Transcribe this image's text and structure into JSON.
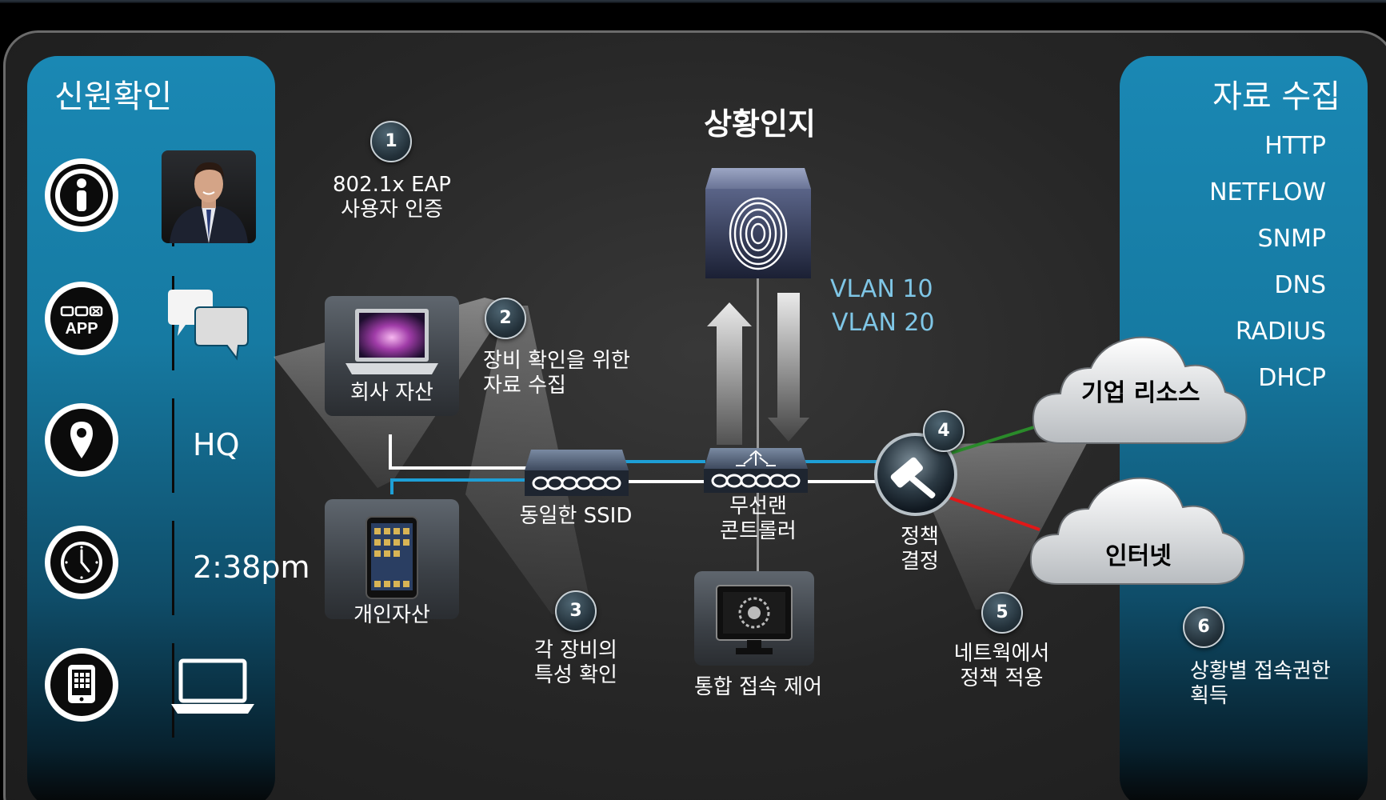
{
  "identity_panel": {
    "title": "신원확인",
    "rows": [
      {
        "icon": "info-icon",
        "value_type": "photo",
        "value": ""
      },
      {
        "icon": "app-icon",
        "icon_text": "APP",
        "value_type": "chat-bubbles-icon",
        "value": ""
      },
      {
        "icon": "location-pin-icon",
        "value_type": "text",
        "value": "HQ"
      },
      {
        "icon": "clock-icon",
        "value_type": "text",
        "value": "2:38pm"
      },
      {
        "icon": "tablet-icon",
        "value_type": "laptop-icon",
        "value": ""
      }
    ]
  },
  "data_panel": {
    "title": "자료 수집",
    "protocols": [
      "HTTP",
      "NETFLOW",
      "SNMP",
      "DNS",
      "RADIUS",
      "DHCP"
    ]
  },
  "context": {
    "title": "상황인지"
  },
  "steps": [
    {
      "number": "1",
      "label": "802.1x EAP\n사용자 인증"
    },
    {
      "number": "2",
      "label": "장비 확인을 위한\n자료 수집"
    },
    {
      "number": "3",
      "label": "각 장비의\n특성 확인"
    },
    {
      "number": "4",
      "label": ""
    },
    {
      "number": "5",
      "label": "네트웍에서\n정책 적용"
    },
    {
      "number": "6",
      "label": "상황별 접속권한\n획득"
    }
  ],
  "devices": {
    "corporate_asset": "회사 자산",
    "personal_asset": "개인자산",
    "switch": "동일한 SSID",
    "wlc": "무선랜\n콘트롤러",
    "policy": "정책\n결정",
    "nac": "통합 접속 제어"
  },
  "vlans": [
    "VLAN 10",
    "VLAN 20"
  ],
  "clouds": {
    "enterprise": "기업 리소스",
    "internet": "인터넷"
  },
  "colors": {
    "panel_blue": "#1a88b4",
    "line_blue": "#1e9fd6",
    "line_white": "#ffffff",
    "line_green": "#2a8a2a",
    "line_red": "#e01818",
    "vlan_text": "#7fc6e6"
  }
}
